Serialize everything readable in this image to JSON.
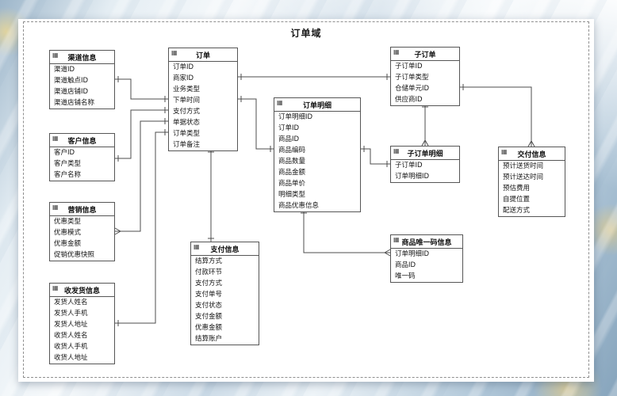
{
  "page": {
    "domain_title": "订单域"
  },
  "icons": {
    "entity_header_glyph": "▦",
    "entity_header_icon_name": "table-grid-icon"
  },
  "colors": {
    "canvas": "#ffffff",
    "entity_border": "#565656",
    "connector_line": "#4d4d4d",
    "domain_dashed_border": "#8f8f8f",
    "background_blue": "#a8bfd2",
    "background_accent_yellow": "#e9d696"
  },
  "entities": {
    "channel": {
      "title": "渠道信息",
      "fields": [
        "渠道ID",
        "渠道触点ID",
        "渠道店铺ID",
        "渠道店铺名称"
      ]
    },
    "customer": {
      "title": "客户信息",
      "fields": [
        "客户ID",
        "客户类型",
        "客户名称"
      ]
    },
    "marketing": {
      "title": "营销信息",
      "fields": [
        "优惠类型",
        "优惠模式",
        "优惠金额",
        "促销优惠快照"
      ]
    },
    "shipping": {
      "title": "收发货信息",
      "fields": [
        "发货人姓名",
        "发货人手机",
        "发货人地址",
        "收货人姓名",
        "收货人手机",
        "收货人地址"
      ]
    },
    "order": {
      "title": "订单",
      "fields": [
        "订单ID",
        "商家ID",
        "业务类型",
        "下单时间",
        "支付方式",
        "单据状态",
        "订单类型",
        "订单备注"
      ]
    },
    "payment": {
      "title": "支付信息",
      "fields": [
        "结算方式",
        "付款环节",
        "支付方式",
        "支付单号",
        "支付状态",
        "支付金额",
        "优惠金额",
        "结算账户"
      ]
    },
    "order_detail": {
      "title": "订单明细",
      "fields": [
        "订单明细ID",
        "订单ID",
        "商品ID",
        "商品编码",
        "商品数量",
        "商品金额",
        "商品单价",
        "明细类型",
        "商品优惠信息"
      ]
    },
    "sub_order": {
      "title": "子订单",
      "fields": [
        "子订单ID",
        "子订单类型",
        "仓储单元ID",
        "供应商ID"
      ]
    },
    "sub_order_detail": {
      "title": "子订单明细",
      "fields": [
        "子订单ID",
        "订单明细ID"
      ]
    },
    "delivery": {
      "title": "交付信息",
      "fields": [
        "预计送货时间",
        "预计送达时间",
        "预估费用",
        "自提位置",
        "配送方式"
      ]
    },
    "unique_code": {
      "title": "商品唯一码信息",
      "fields": [
        "订单明细ID",
        "商品ID",
        "唯一码"
      ]
    }
  }
}
